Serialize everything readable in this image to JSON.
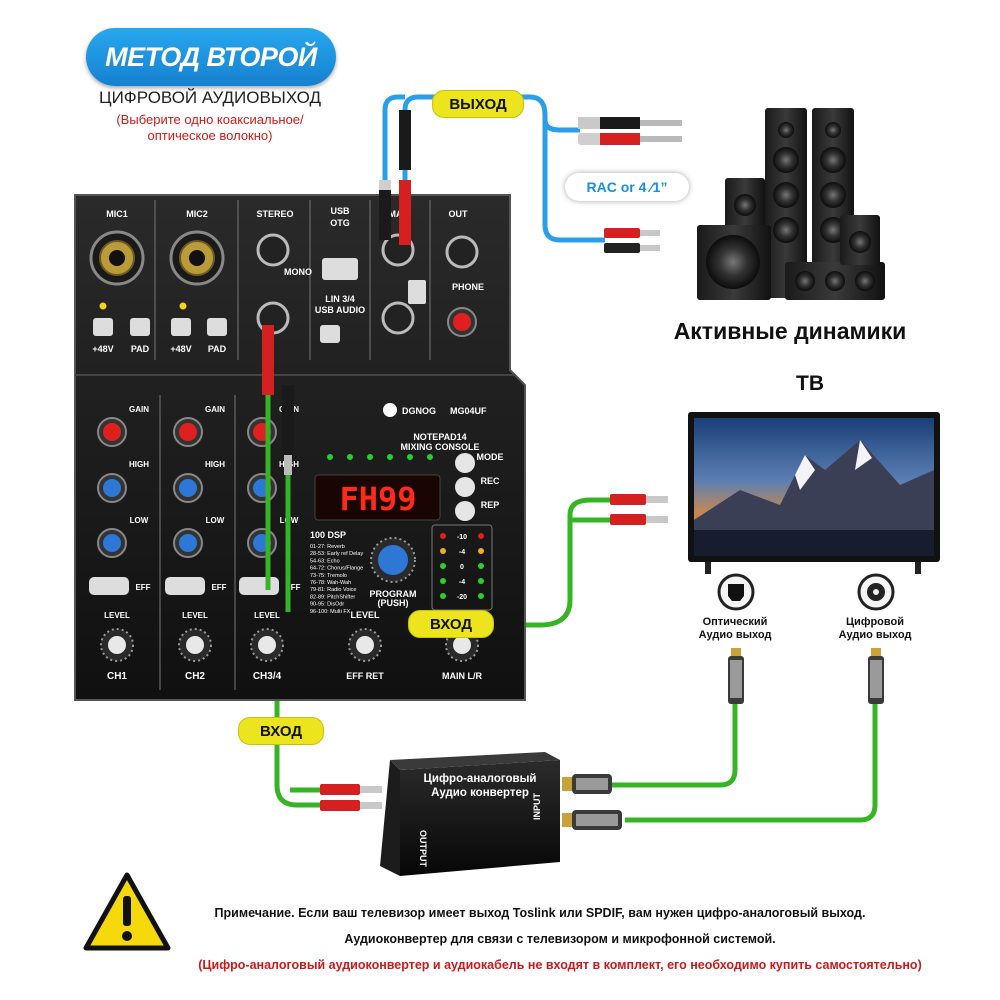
{
  "header": {
    "method_title": "МЕТОД ВТОРОЙ",
    "subtitle": "ЦИФРОВОЙ АУДИОВЫХОД",
    "note_line1": "(Выберите одно коаксиальное/",
    "note_line2": "оптическое волокно)"
  },
  "labels": {
    "output_pill": "ВЫХОД",
    "input_pill_1": "ВХОД",
    "input_pill_2": "ВХОД",
    "rac_badge": "RAC or 4 ⁄1”",
    "speakers": "Активные динамики",
    "tv": "ТВ",
    "optical_line1": "Оптический",
    "optical_line2": "Аудио выход",
    "coax_line1": "Цифровой",
    "coax_line2": "Аудио выход",
    "converter_line1": "Цифро-аналоговый",
    "converter_line2": "Аудио конвертер",
    "converter_output": "OUTPUT",
    "converter_input": "INPUT"
  },
  "mixer": {
    "brand": "DGNOG",
    "model": "MG04UF",
    "product": "NOTEPAD14",
    "subtitle": "MIXING CONSOLE",
    "display": "FH99",
    "ch1": "MIC1",
    "ch2": "MIC2",
    "stereo": "STEREO",
    "usb": "USB",
    "otg": "OTG",
    "main": "MAIN",
    "out": "OUT",
    "phone": "PHONE",
    "lin": "LIN 3/4",
    "usb_audio": "USB AUDIO",
    "mono": "MONO",
    "phantom": "+48V",
    "pad": "PAD",
    "gain": "GAIN",
    "high": "HIGH",
    "low": "LOW",
    "eff": "EFF",
    "level": "LEVEL",
    "ch_names": [
      "CH1",
      "CH2",
      "CH3/4"
    ],
    "eff_ret": "EFF RET",
    "main_lr": "MAIN L/R",
    "program": "PROGRAM",
    "push": "(PUSH)",
    "dsp": "100 DSP",
    "mode": "MODE",
    "rec": "REC",
    "rep": "REP",
    "meter": [
      "-10",
      "-4",
      "0",
      "-4",
      "-20"
    ],
    "effects": [
      "01-27: Reverb",
      "28-53: Early ref Delay",
      "54-63: Echo",
      "64-72: Chorus/Flange",
      "73-75: Tremolo",
      "76-78: Wah-Wah",
      "79-81: Radio Voice",
      "82-89: PitchShifter",
      "90-95: DisOdr",
      "96-100: Multi FX"
    ]
  },
  "footer": {
    "line1": "Примечание. Если ваш телевизор имеет выход Toslink или SPDIF, вам нужен цифро-аналоговый выход.",
    "line2": "Аудиоконвертер для связи с телевизором и микрофонной системой.",
    "line3": "(Цифро-аналоговый аудиоконвертер и аудиокабель не входят в комплект, его необходимо купить самостоятельно)"
  },
  "colors": {
    "blue_cable": "#2a9ee8",
    "green_cable": "#35b526",
    "pill_yellow": "#ece41c",
    "warning_yellow": "#f5d90a",
    "note_red": "#d01818",
    "display_red": "#ff2a1a"
  },
  "icons": [
    "warning-icon",
    "optical-port-icon",
    "coax-port-icon",
    "speaker-icon",
    "headphone-icon"
  ]
}
